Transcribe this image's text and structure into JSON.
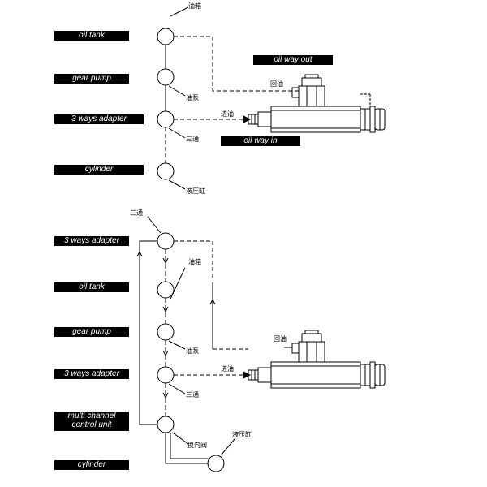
{
  "diagram1": {
    "labels": {
      "oil_tank": "oil tank",
      "gear_pump": "gear pump",
      "three_way": "3 ways adapter",
      "cylinder": "cylinder",
      "oil_out": "oil way out",
      "oil_in": "oil way in"
    },
    "cn": {
      "oil_tank": "油箱",
      "pump": "油泵",
      "three_way": "三通",
      "cylinder": "液压缸",
      "return": "回油",
      "inlet": "进油"
    }
  },
  "diagram2": {
    "labels": {
      "three_way_top": "3 ways adapter",
      "oil_tank": "oil tank",
      "gear_pump": "gear pump",
      "three_way": "3 ways adapter",
      "multi_channel_1": "multi channel",
      "multi_channel_2": "control unit",
      "cylinder": "cylinder"
    },
    "cn": {
      "three_way_top": "三通",
      "oil_tank": "油箱",
      "pump": "油泵",
      "three_way": "三通",
      "valve": "换向阀",
      "cylinder": "液压缸",
      "return": "回油",
      "inlet": "进油"
    }
  }
}
